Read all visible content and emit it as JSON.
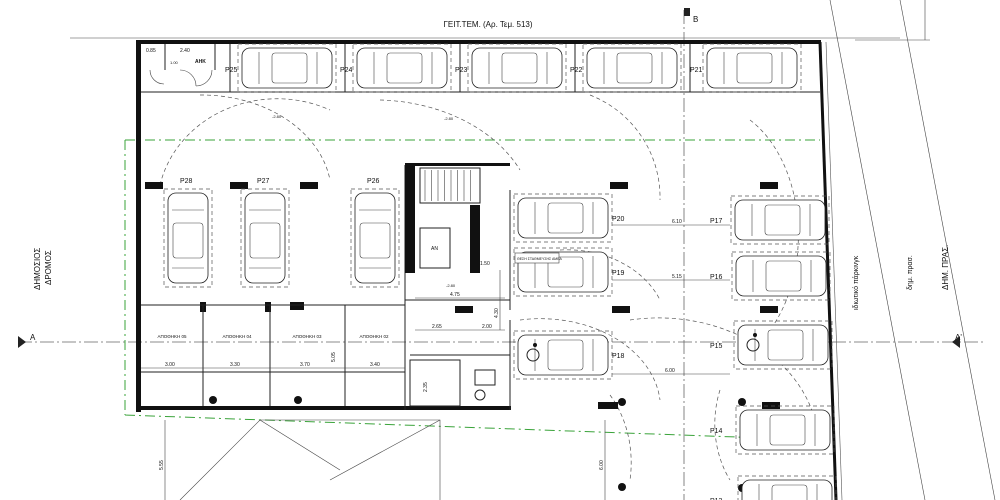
{
  "plan": {
    "neighbor_plot_label": "ΓΕΙΤ.ΤΕΜ. (Αρ. Τεμ. 513)",
    "public_road_label": [
      "ΔΗΜΟΣΙΟΣ",
      "ΔΡΟΜΟΣ"
    ],
    "private_label": "ιδιωτικό πάρκινγκ",
    "green_space_small": "δημ. πρασ.",
    "green_space_label": "ΔΗΜ. ΠΡΑΣ.",
    "electric_room": "ΑΗΚ",
    "lift_label": "ΑΝ",
    "accessible_note": "ΘΕΣΗ ΣΤΑΘΜΕΥΣΗΣ ΑΜΕΑ",
    "section_markers": {
      "a_left": "A",
      "a_right": "A'",
      "b_top": "B"
    }
  },
  "parking_spaces": {
    "top_row": [
      "P25",
      "P24",
      "P23",
      "P22",
      "P21"
    ],
    "vertical_row": [
      "P28",
      "P27",
      "P26"
    ],
    "center_column": [
      "P20",
      "P19",
      "P18"
    ],
    "right_column": [
      "P17",
      "P16",
      "P15",
      "P14",
      "P13"
    ]
  },
  "storage_rooms": [
    "ΑΠΟΘΗΚΗ 05",
    "ΑΠΟΘΗΚΗ 04",
    "ΑΠΟΘΗΚΗ 03",
    "ΑΠΟΘΗΚΗ 02"
  ],
  "dimensions": {
    "top_left_a": "0.85",
    "top_left_b": "2.40",
    "top_left_c": "1.00",
    "p20_p17": "6.10",
    "p19_p16": "5.15",
    "p18_p15": "6.00",
    "lobby_width": "4.75",
    "lobby_a": "2.65",
    "lobby_b": "2.00",
    "lobby_height": "4.30",
    "door": "1.50",
    "storage": [
      "3.00",
      "3.30",
      "3.70",
      "3.40"
    ],
    "storage_depth": "5.05",
    "wc_depth": "2.35",
    "ramp": "5.55",
    "aisle": "6.00"
  },
  "levels": {
    "level_1": "-2.80",
    "level_2": "-2.80",
    "level_3": "-2.80"
  }
}
